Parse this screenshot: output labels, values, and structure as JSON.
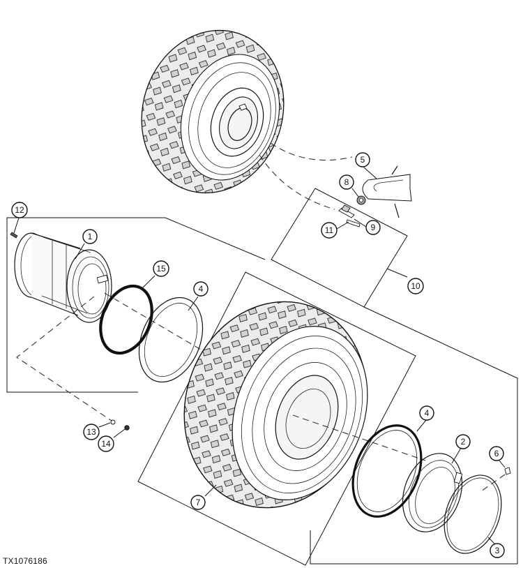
{
  "figure_id": "TX1076186",
  "callouts": [
    {
      "id": "c1",
      "label": "1"
    },
    {
      "id": "c2",
      "label": "2"
    },
    {
      "id": "c3",
      "label": "3"
    },
    {
      "id": "c4a",
      "label": "4"
    },
    {
      "id": "c4b",
      "label": "4"
    },
    {
      "id": "c5",
      "label": "5"
    },
    {
      "id": "c6",
      "label": "6"
    },
    {
      "id": "c7",
      "label": "7"
    },
    {
      "id": "c8",
      "label": "8"
    },
    {
      "id": "c9",
      "label": "9"
    },
    {
      "id": "c10",
      "label": "10"
    },
    {
      "id": "c11",
      "label": "11"
    },
    {
      "id": "c12",
      "label": "12"
    },
    {
      "id": "c13",
      "label": "13"
    },
    {
      "id": "c14",
      "label": "14"
    },
    {
      "id": "c15",
      "label": "15"
    }
  ]
}
